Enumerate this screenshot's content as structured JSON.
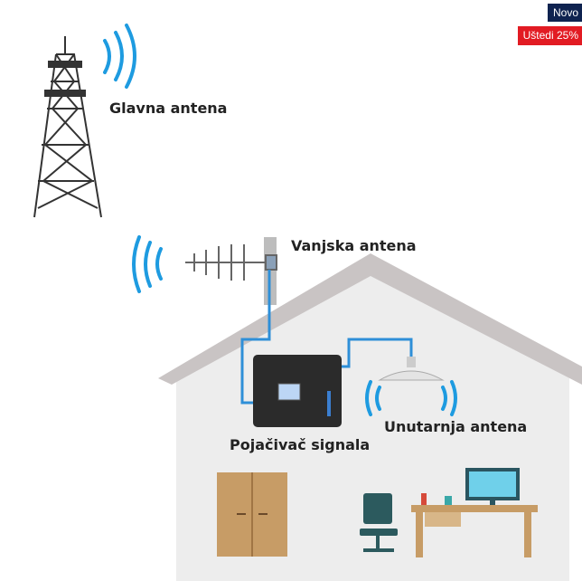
{
  "badges": {
    "new": "Novo",
    "sale": "Uštedi 25%"
  },
  "labels": {
    "main_antenna": "Glavna antena",
    "outdoor_antenna": "Vanjska antena",
    "indoor_antenna": "Unutarnja antena",
    "amplifier": "Pojačivač signala"
  },
  "colors": {
    "cable": "#2e8fd8",
    "signal": "#1e9be0",
    "roof": "#c9c4c4",
    "wall": "#ededed",
    "badge_new": "#0f2350",
    "badge_sale": "#e21b23"
  }
}
